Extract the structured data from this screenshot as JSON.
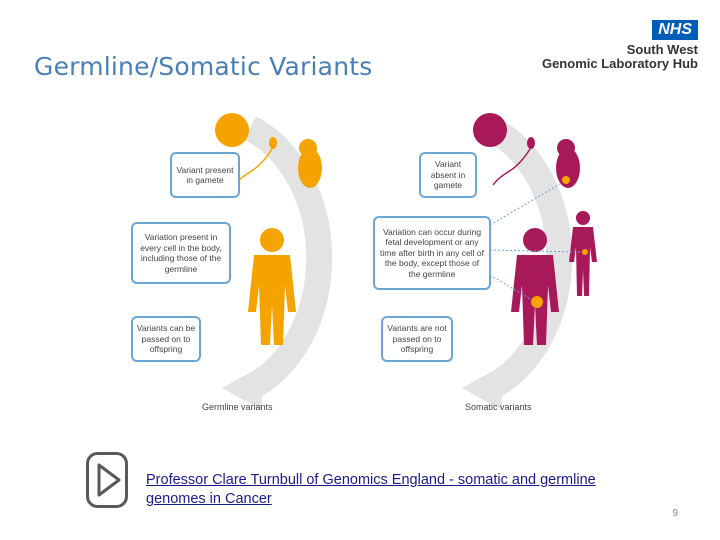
{
  "slide": {
    "title": "Germline/Somatic Variants",
    "page_number": "9"
  },
  "logo": {
    "badge": "NHS",
    "line1": "South West",
    "line2": "Genomic Laboratory Hub"
  },
  "diagram": {
    "germline": {
      "caption": "Germline variants",
      "callouts": [
        "Variant present in gamete",
        "Variation present in every cell in the body, including those of the germline",
        "Variants can be passed on to offspring"
      ]
    },
    "somatic": {
      "caption": "Somatic variants",
      "callouts": [
        "Variant absent in gamete",
        "Variation can occur during fetal development or any time after birth in any cell of the body, except those of the germline",
        "Variants are not passed on to offspring"
      ]
    },
    "colors": {
      "germline": "#f5a300",
      "somatic": "#a8195a",
      "arrow": "#e3e3e3",
      "callout_border": "#6aa7d6",
      "variant_dot": "#f5a300"
    }
  },
  "video": {
    "link_text": "Professor Clare Turnbull of Genomics England - somatic and germline genomes in Cancer",
    "icon": "play-icon"
  }
}
